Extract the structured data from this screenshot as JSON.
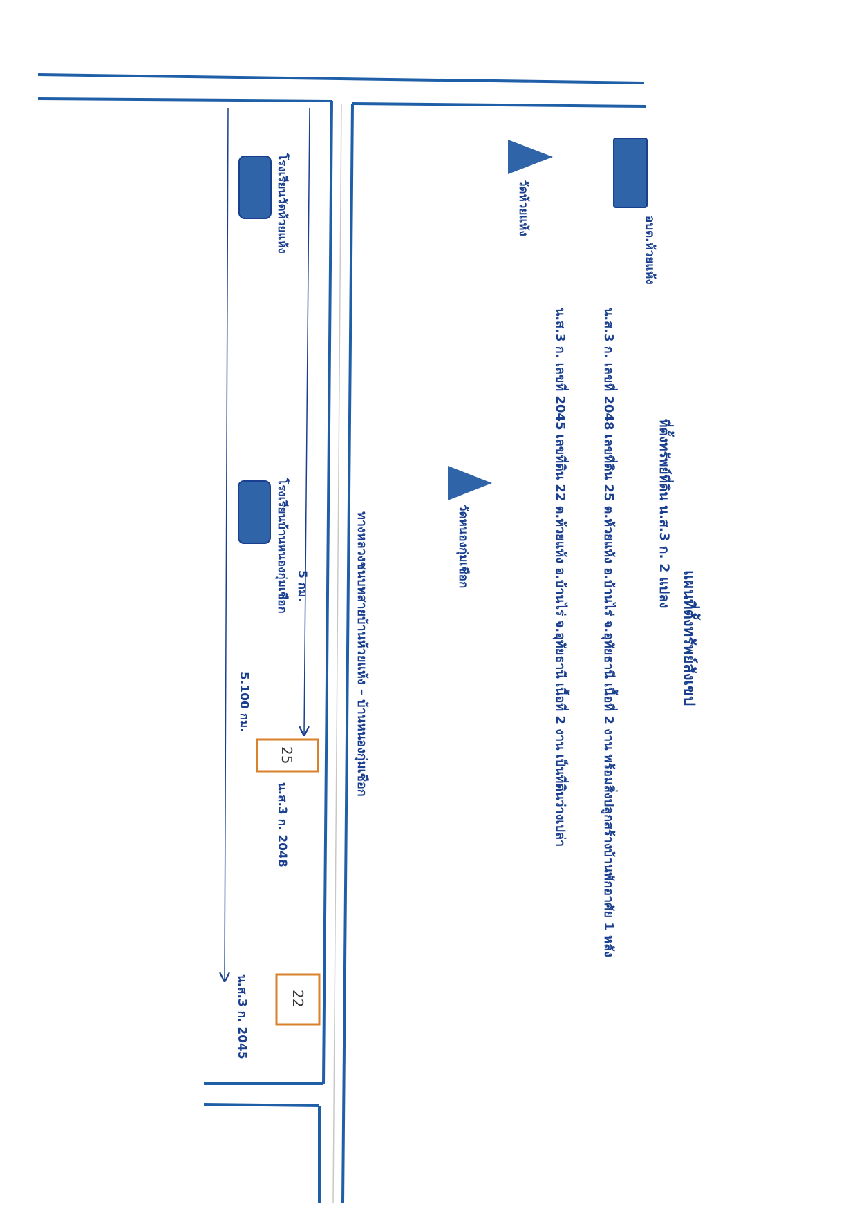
{
  "colors": {
    "road": "#1f5fa8",
    "text": "#1a3f8f",
    "marker": "#2f64a8",
    "parcel_border": "#d9822b"
  },
  "map": {
    "title": "แผนที่ตั้งทรัพย์สังเขป",
    "subtitle": "ที่ตั้งทรัพย์ที่ดิน น.ส.3 ก. 2 แปลง",
    "description_1": "น.ส.3 ก. เลขที่ 2048 เลขที่ดิน 25 ต.ห้วยแห้ง อ.บ้านไร่ จ.อุทัยธานี เนื้อที่ 2 งาน พร้อมสิ่งปลูกสร้างบ้านพักอาศัย 1 หลัง",
    "description_2": "น.ส.3 ก. เลขที่ 2045 เลขที่ดิน 22 ต.ห้วยแห้ง อ.บ้านไร่ จ.อุทัยธานี เนื้อที่ 2 งาน เป็นที่ดินว่างเปล่า",
    "road_name": "ทางหลวงชนบทสายบ้านห้วยแห้ง – บ้านหนองกุ่มเชือก"
  },
  "landmarks": {
    "office": "อบต.ห้วยแห้ง",
    "temple_1": "วัดห้วยแห้ง",
    "temple_2": "วัดหนองกุ่มเชือก",
    "school_1": "โรงเรียนวัดห้วยแห้ง",
    "school_2": "โรงเรียนบ้านหนองกุ่มเชือก"
  },
  "distances": {
    "to_parcel_1": "5 กม.",
    "to_parcel_2": "5.100 กม."
  },
  "parcels": [
    {
      "number": "25",
      "deed": "น.ส.3 ก. 2048"
    },
    {
      "number": "22",
      "deed": "น.ส.3 ก. 2045"
    }
  ]
}
